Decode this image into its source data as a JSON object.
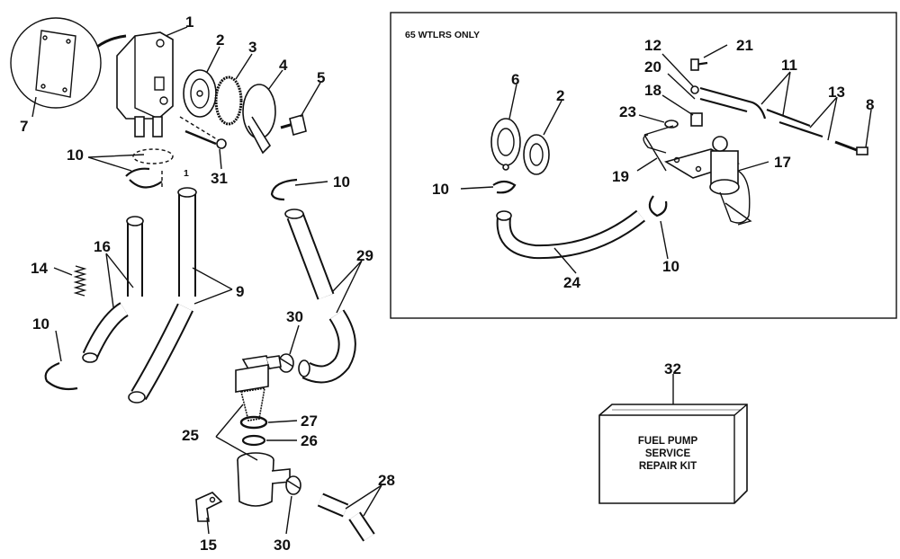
{
  "inset": {
    "title": "65 WTLRS ONLY"
  },
  "kit": {
    "label": "32",
    "line1": "FUEL PUMP",
    "line2": "SERVICE",
    "line3": "REPAIR KIT"
  },
  "callouts": {
    "c1": "1",
    "c2": "2",
    "c3": "3",
    "c4": "4",
    "c5": "5",
    "c7": "7",
    "c10a": "10",
    "c10b": "10",
    "c10c": "10",
    "c14": "14",
    "c16": "16",
    "c9": "9",
    "c29": "29",
    "c30a": "30",
    "c30b": "30",
    "c31": "31",
    "c25": "25",
    "c27": "27",
    "c26": "26",
    "c15": "15",
    "c28": "28",
    "i6": "6",
    "i2": "2",
    "i10a": "10",
    "i10b": "10",
    "i24": "24",
    "i12": "12",
    "i20": "20",
    "i18": "18",
    "i23": "23",
    "i19": "19",
    "i17": "17",
    "i21": "21",
    "i11": "11",
    "i13": "13",
    "i8": "8"
  },
  "fig_note": "1"
}
